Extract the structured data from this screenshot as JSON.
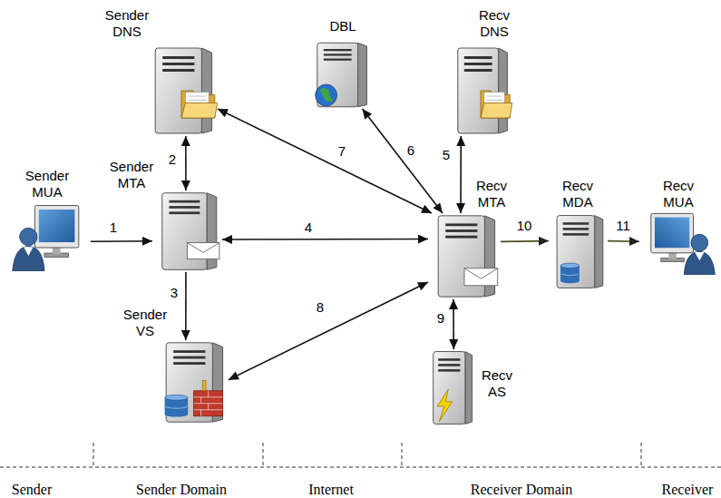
{
  "diagram": {
    "nodes": [
      {
        "text": [
          "Sender DNS"
        ]
      },
      {
        "text": [
          "DBL"
        ]
      },
      {
        "text": [
          "Recv DNS"
        ]
      },
      {
        "text": [
          "Sender MUA"
        ]
      },
      {
        "text": [
          "Sender MTA"
        ]
      },
      {
        "text": [
          "Recv MTA"
        ]
      },
      {
        "text": [
          "Recv MDA"
        ]
      },
      {
        "text": [
          "Recv MUA"
        ]
      },
      {
        "text": [
          "Sender VS"
        ]
      },
      {
        "text": [
          "Recv AS"
        ]
      }
    ],
    "edges": [
      {
        "from": 3,
        "to": 4,
        "arrow": "to",
        "label": "1"
      },
      {
        "from": 0,
        "to": 4,
        "arrow": "both",
        "label": "2"
      },
      {
        "from": 4,
        "to": 8,
        "arrow": "to",
        "label": "3"
      },
      {
        "from": 4,
        "to": 5,
        "arrow": "both",
        "label": "4"
      },
      {
        "from": 2,
        "to": 5,
        "arrow": "both",
        "label": "5"
      },
      {
        "from": 1,
        "to": 5,
        "arrow": "both",
        "label": "6"
      },
      {
        "from": 0,
        "to": 5,
        "arrow": "both",
        "label": "7"
      },
      {
        "from": 8,
        "to": 5,
        "arrow": "both",
        "label": "8"
      },
      {
        "from": 5,
        "to": 9,
        "arrow": "both",
        "label": "9"
      },
      {
        "from": 5,
        "to": 6,
        "arrow": "to",
        "label": "10"
      },
      {
        "from": 6,
        "to": 7,
        "arrow": "to",
        "label": "11"
      }
    ],
    "labels": [
      "Sender",
      "Sender Domain",
      "Internet",
      "Receiver Domain",
      "Receiver"
    ]
  }
}
